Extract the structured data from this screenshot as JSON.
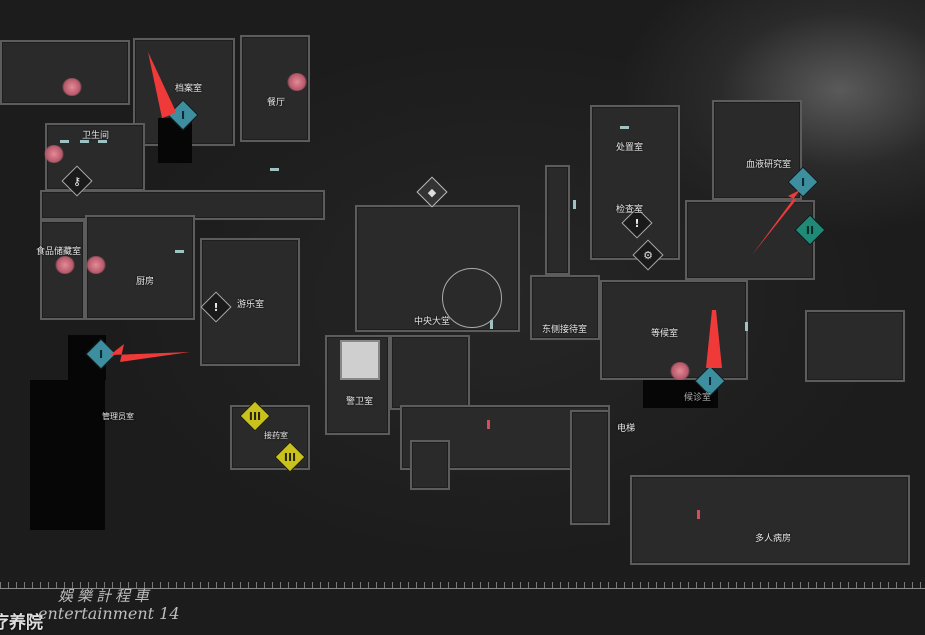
{
  "map": {
    "area_name": "疗养院",
    "rooms": {
      "archive": "档案室",
      "dining": "餐厅",
      "restroom": "卫生间",
      "pantry": "食品储藏室",
      "kitchen": "厨房",
      "playroom": "游乐室",
      "admin": "管理员室",
      "dispensary": "接药室",
      "guard": "警卫室",
      "central_hall": "中央大堂",
      "east_reception": "东侧接待室",
      "treatment": "处置室",
      "exam": "检查室",
      "blood_lab": "血液研究室",
      "waiting": "等候室",
      "consult": "候诊室",
      "elevator": "电梯",
      "ward": "多人病房"
    },
    "markers": {
      "blue_key_1": "I",
      "teal_key_2": "II",
      "yellow_key_3": "III",
      "alert": "!"
    },
    "colors": {
      "blue_marker": "#3d8fa0",
      "teal_marker": "#1f8a78",
      "yellow_marker": "#c9c21e",
      "arrow": "#f03a3a"
    }
  },
  "watermark": {
    "title": "娛樂計程車",
    "subtitle": "entertainment 14"
  }
}
